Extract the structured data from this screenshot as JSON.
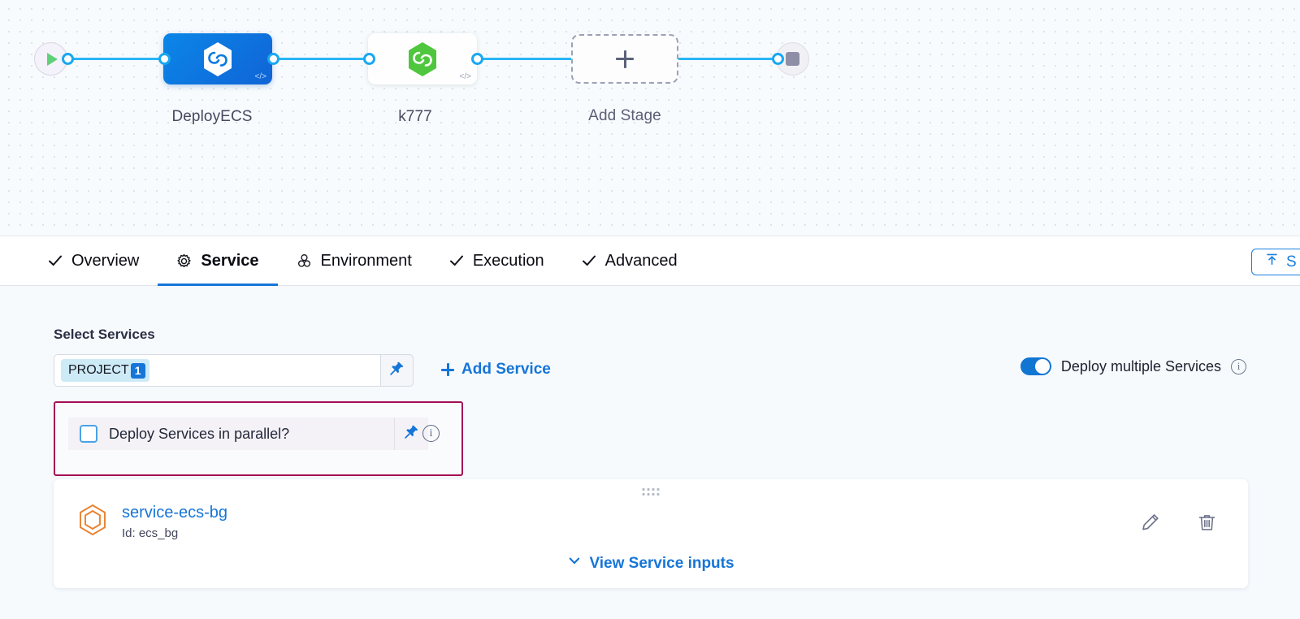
{
  "pipeline": {
    "start_node": "play-icon",
    "end_node": "stop-icon",
    "stages": [
      {
        "label": "DeployECS",
        "icon": "harness-hexagon-icon",
        "selected": true,
        "code_badge": "</>"
      },
      {
        "label": "k777",
        "icon": "harness-hexagon-icon",
        "selected": false,
        "code_badge": "</>"
      }
    ],
    "add_stage_label": "Add Stage"
  },
  "tabs": [
    {
      "label": "Overview",
      "icon": "check-icon",
      "active": false
    },
    {
      "label": "Service",
      "icon": "gear-icon",
      "active": true
    },
    {
      "label": "Environment",
      "icon": "environment-icon",
      "active": false
    },
    {
      "label": "Execution",
      "icon": "check-icon",
      "active": false
    },
    {
      "label": "Advanced",
      "icon": "check-icon",
      "active": false
    }
  ],
  "toolbar": {
    "save_label": "S",
    "save_icon": "upload-icon"
  },
  "service_section": {
    "title": "Select Services",
    "selected_chip": {
      "label": "PROJECT",
      "count": "1"
    },
    "pin_icon": "pin-icon",
    "add_service_label": "Add Service",
    "toggle": {
      "label": "Deploy multiple Services",
      "enabled": true,
      "info_icon": "info-icon"
    }
  },
  "parallel_block": {
    "label": "Deploy Services in parallel?",
    "checked": false,
    "pin_icon": "pin-icon",
    "info_icon": "info-icon",
    "highlight_color": "#a31055"
  },
  "service_card": {
    "drag_handle": "drag-handle-icon",
    "service_icon": "service-hexagon-icon",
    "name": "service-ecs-bg",
    "id_text": "Id: ecs_bg",
    "view_inputs_label": "View Service inputs",
    "edit_icon": "pencil-icon",
    "delete_icon": "trash-icon"
  },
  "colors": {
    "accent_blue": "#1675d8",
    "edge_blue": "#29b5f6",
    "stage_selected": "#0b7ae0",
    "stage_icon_green": "#4ec63e",
    "highlight_magenta": "#a31055",
    "service_icon_orange": "#e8812f",
    "canvas_bg": "#f7fbfd",
    "body_bg": "#f6fafd"
  }
}
